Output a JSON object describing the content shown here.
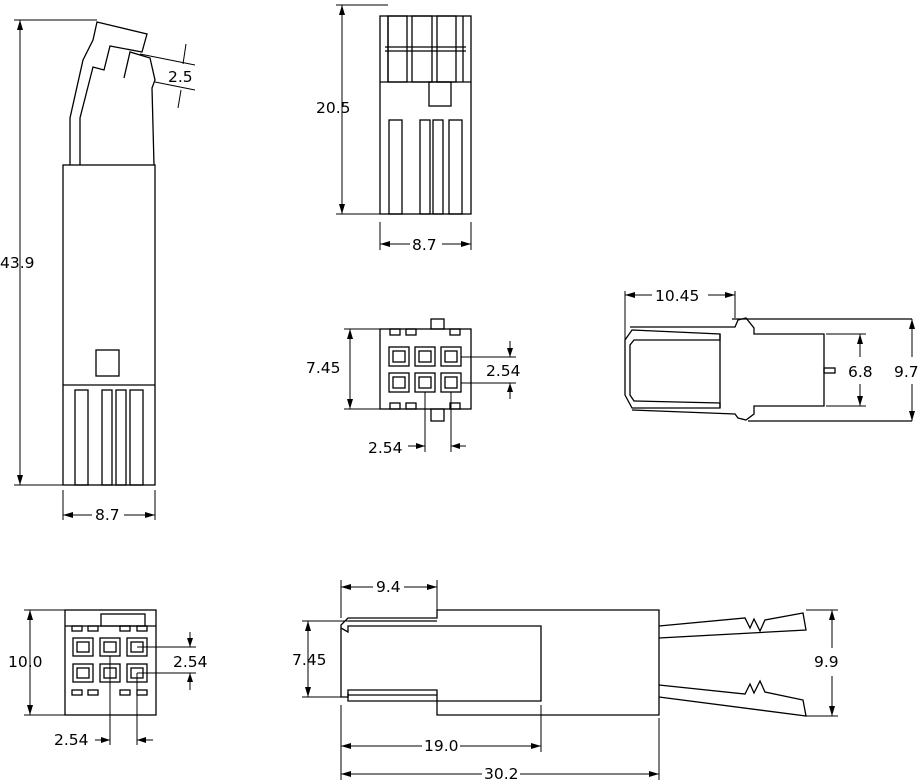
{
  "dimensions": {
    "side_height": "43.9",
    "side_width": "8.7",
    "latch_offset": "2.5",
    "top_height": "20.5",
    "top_width": "8.7",
    "front_height": "7.45",
    "front_pitch_v": "2.54",
    "front_pitch_h": "2.54",
    "right_depth": "10.45",
    "right_inner": "6.8",
    "right_height": "9.7",
    "rear_height": "10.0",
    "rear_pitch_v": "2.54",
    "rear_pitch_h": "2.54",
    "long_body": "9.4",
    "long_height": "7.45",
    "long_latch": "9.9",
    "long_mid": "19.0",
    "long_total": "30.2"
  }
}
